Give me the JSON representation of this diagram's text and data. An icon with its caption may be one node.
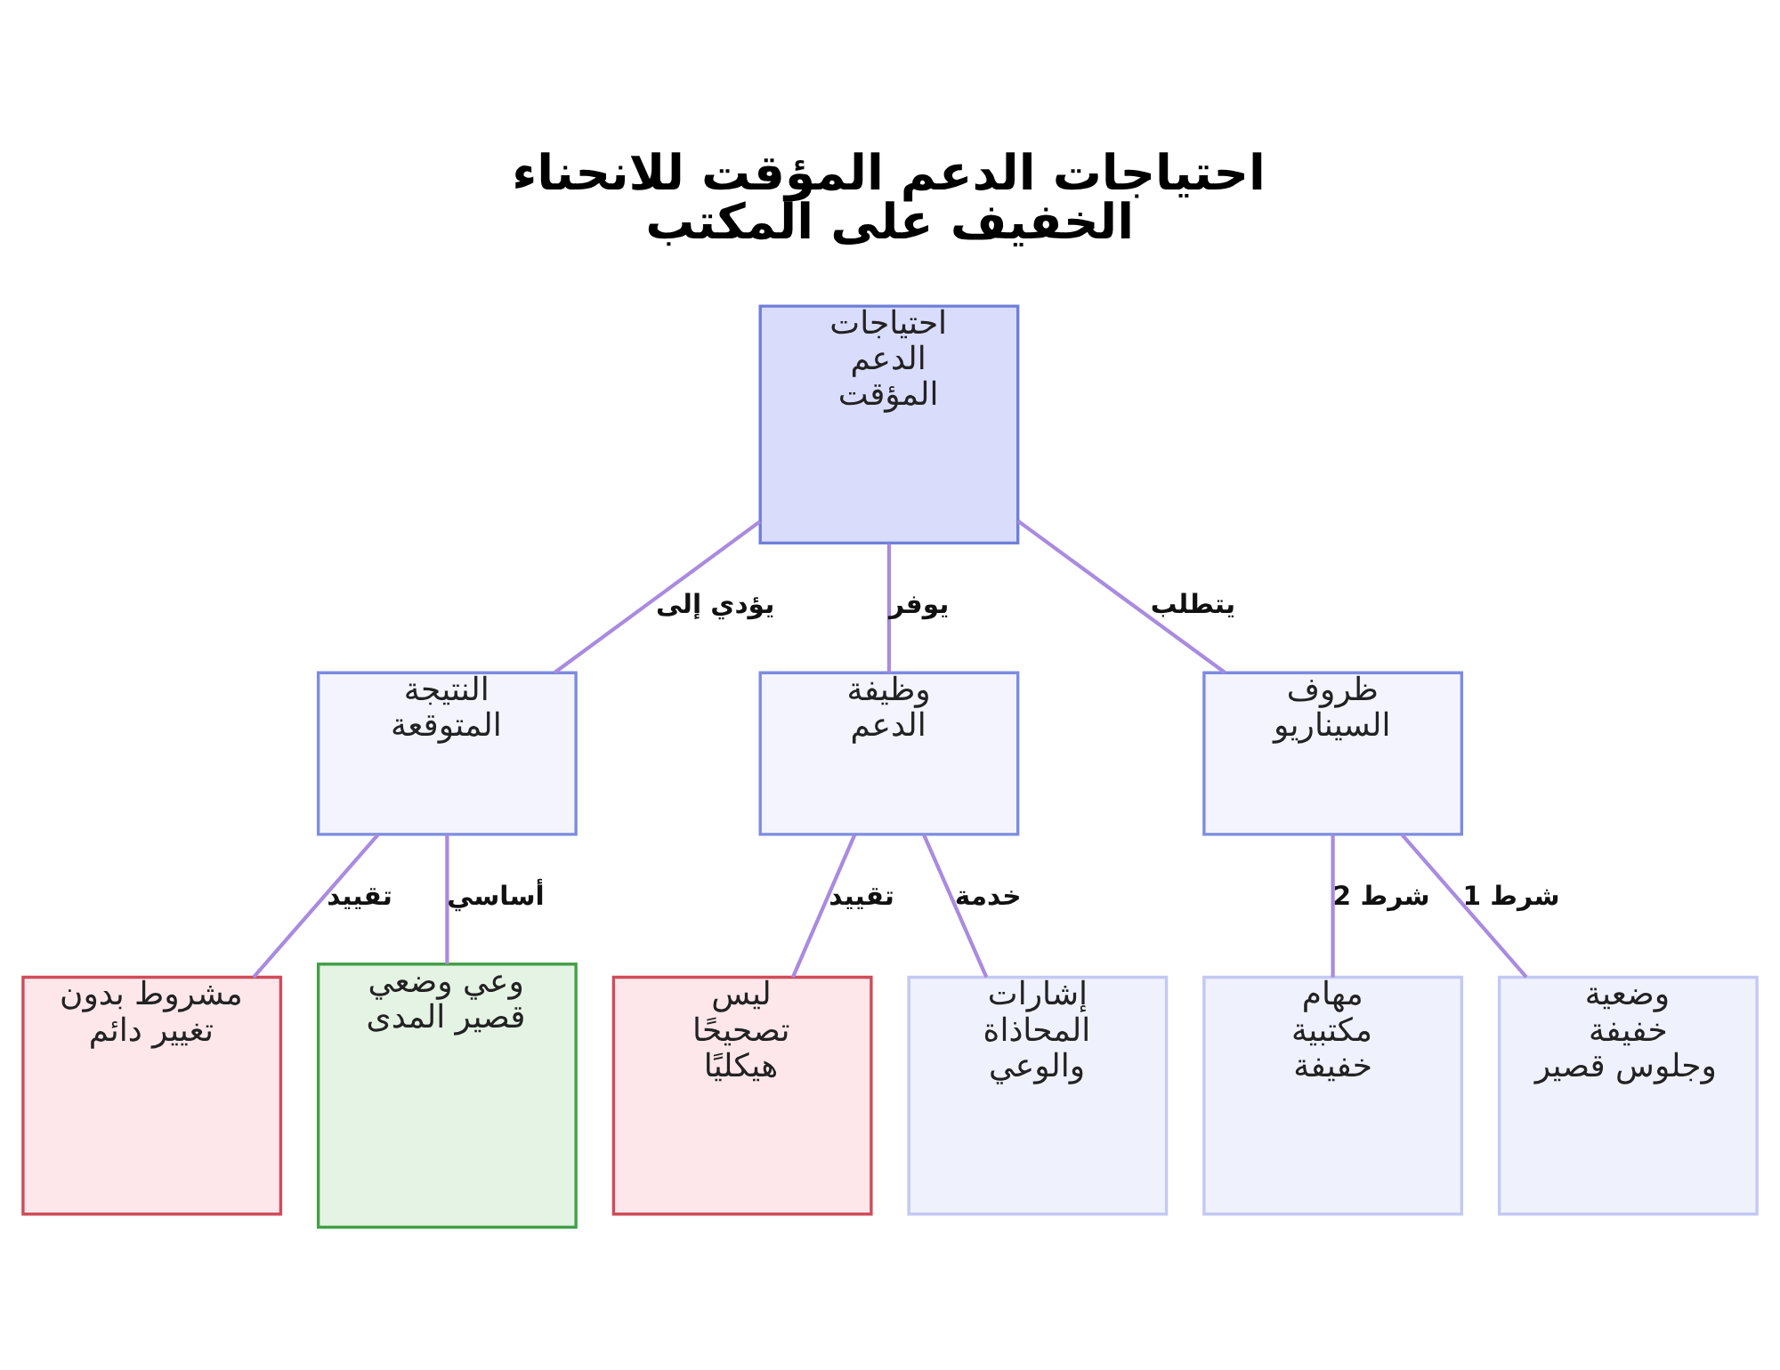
{
  "diagram": {
    "title": "احتياجات الدعم المؤقت للانحناء الخفيف على المكتب",
    "nodes": [
      {
        "text": [
          "احتياجات الدعم المؤقت"
        ]
      },
      {
        "text": [
          "ظروف السيناريو"
        ]
      },
      {
        "text": [
          "وضعية خفيفة وجلوس قصير"
        ]
      },
      {
        "text": [
          "مهام مكتبية خفيفة"
        ]
      },
      {
        "text": [
          "وظيفة الدعم"
        ]
      },
      {
        "text": [
          "إشارات المحاذاة والوعي"
        ]
      },
      {
        "text": [
          "ليس تصحيحًا هيكليًا"
        ]
      },
      {
        "text": [
          "النتيجة المتوقعة"
        ]
      },
      {
        "text": [
          "وعي وضعي قصير المدى"
        ]
      },
      {
        "text": [
          "مشروط بدون تغيير دائم"
        ]
      }
    ],
    "edges": [
      {
        "from": 0,
        "to": 1,
        "arrow": "none",
        "label": "يتطلب"
      },
      {
        "from": 1,
        "to": 2,
        "arrow": "none",
        "label": "شرط 1"
      },
      {
        "from": 1,
        "to": 3,
        "arrow": "none",
        "label": "شرط 2"
      },
      {
        "from": 0,
        "to": 4,
        "arrow": "none",
        "label": "يوفر"
      },
      {
        "from": 4,
        "to": 5,
        "arrow": "none",
        "label": "خدمة"
      },
      {
        "from": 4,
        "to": 6,
        "arrow": "none",
        "label": "تقييد"
      },
      {
        "from": 0,
        "to": 7,
        "arrow": "none",
        "label": "يؤدي إلى"
      },
      {
        "from": 7,
        "to": 8,
        "arrow": "none",
        "label": "أساسي"
      },
      {
        "from": 7,
        "to": 9,
        "arrow": "none",
        "label": "تقييد"
      }
    ]
  }
}
